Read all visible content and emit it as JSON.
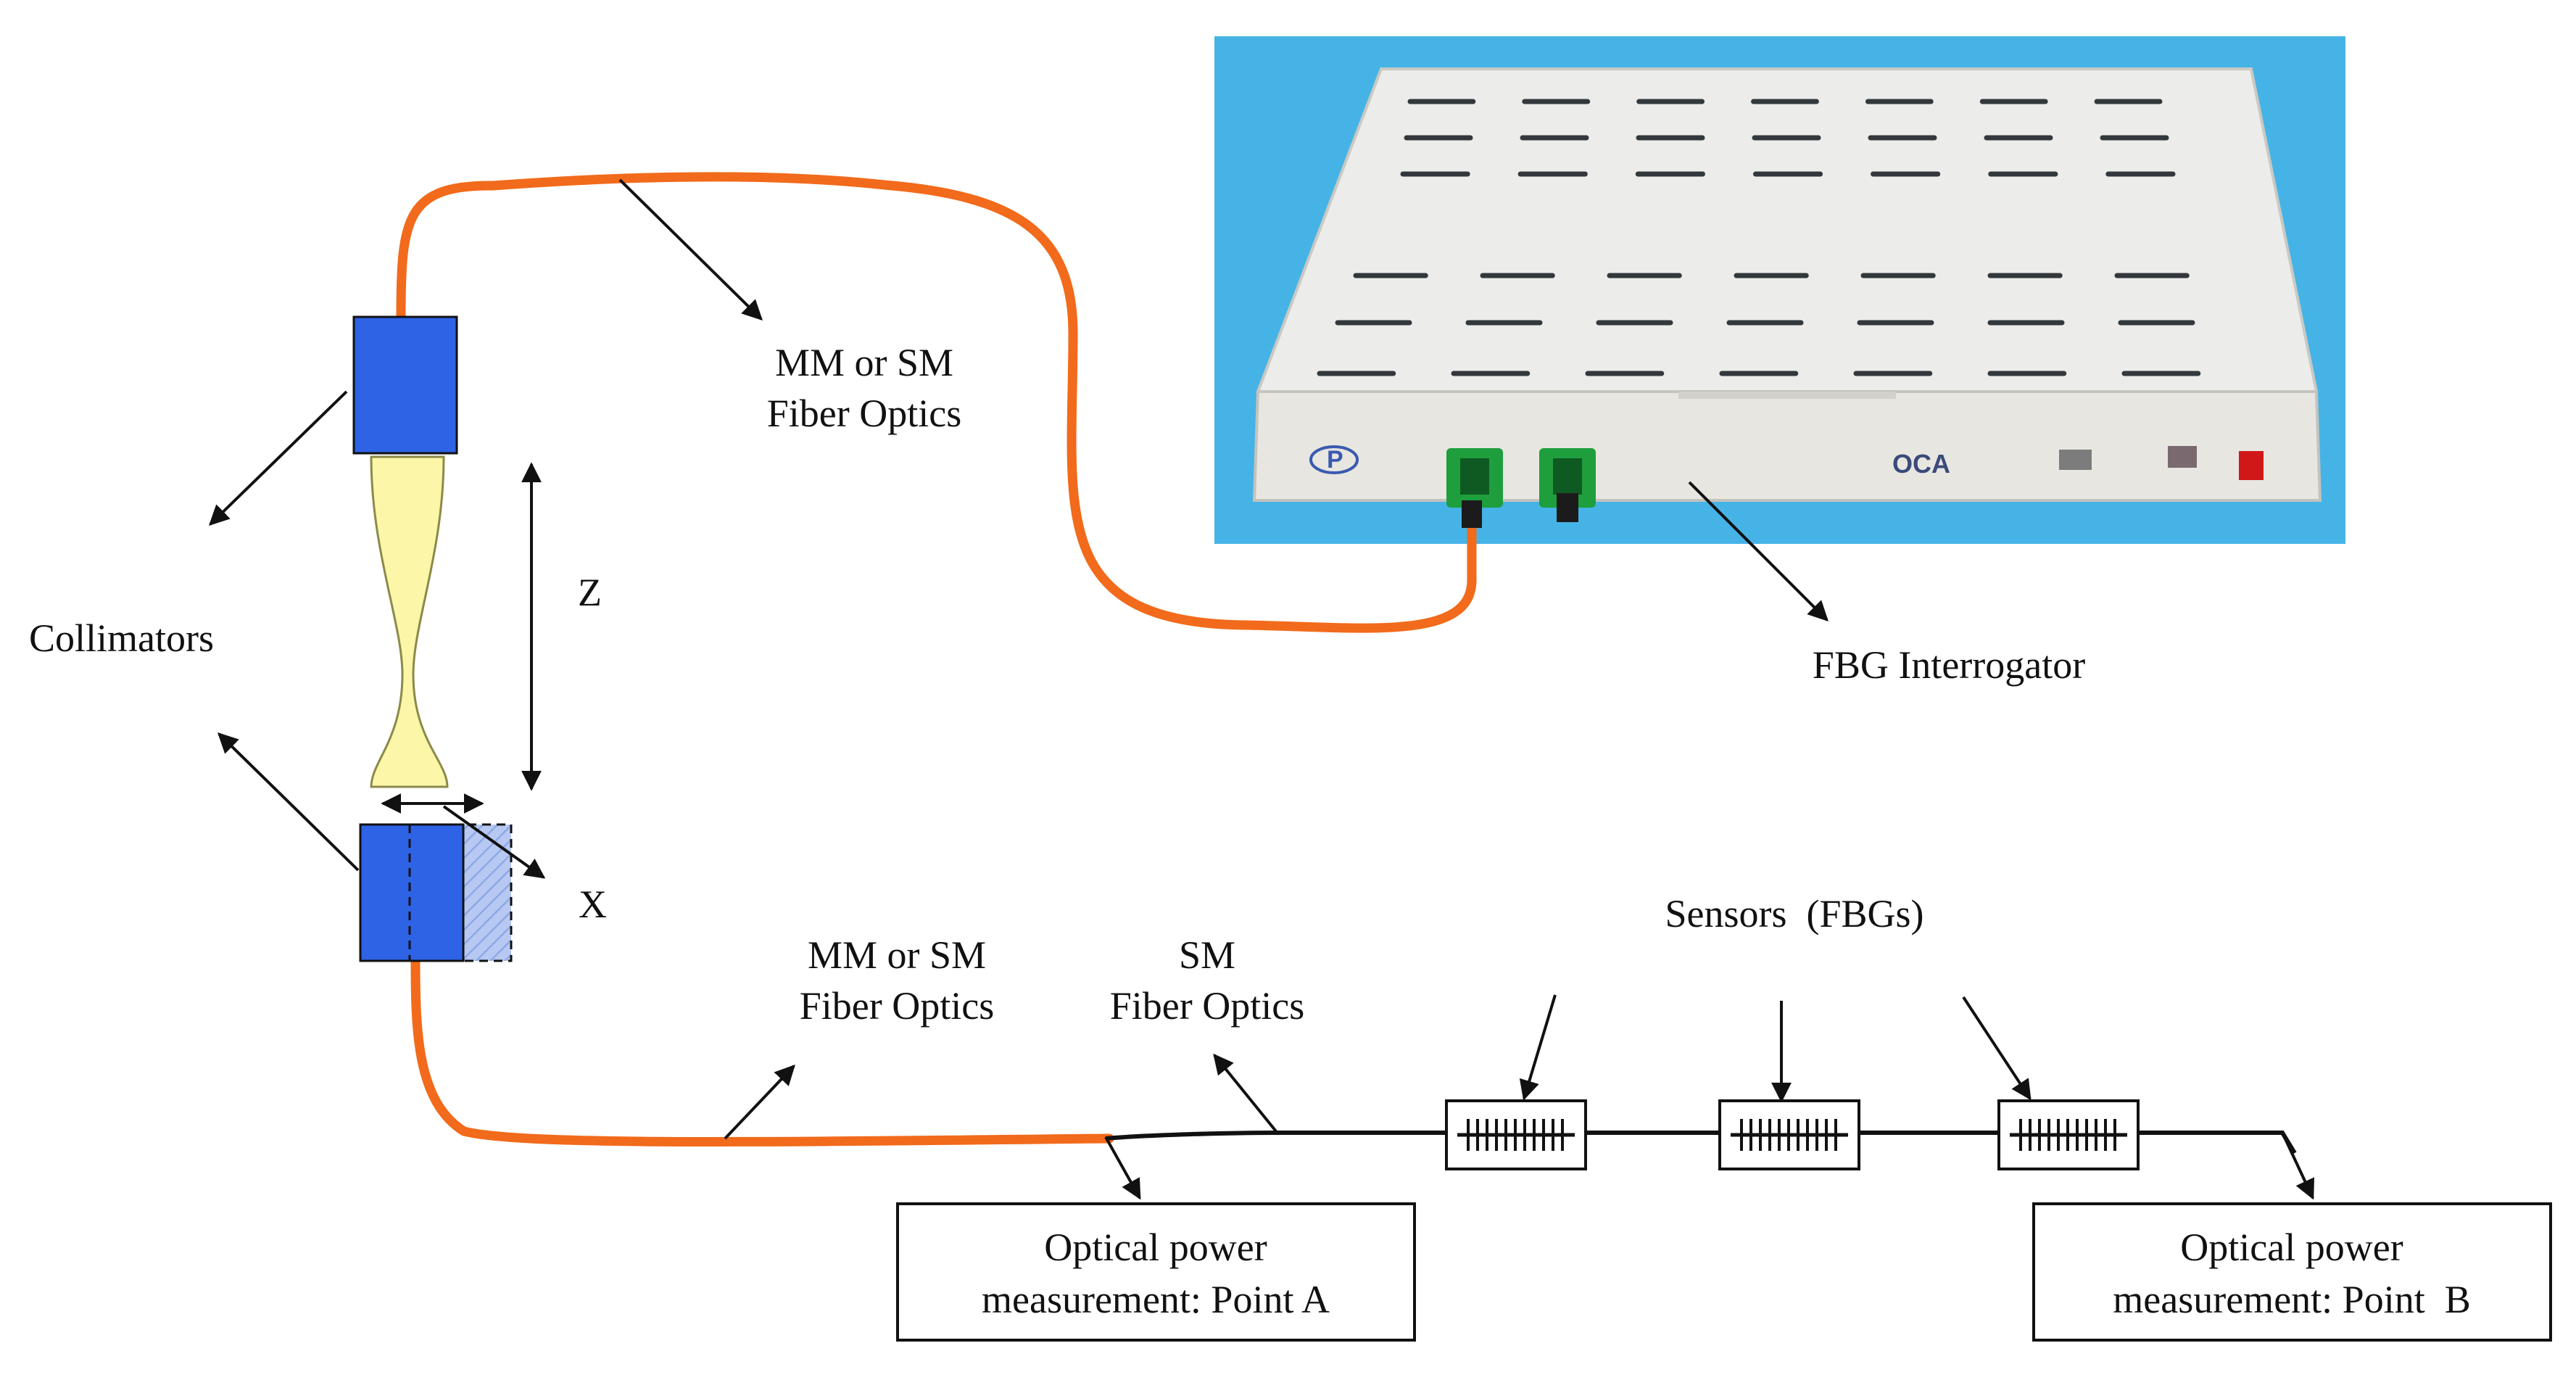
{
  "labels": {
    "fiber_top_line1": "MM or SM",
    "fiber_top_line2": "Fiber Optics",
    "collimators": "Collimators",
    "axis_z": "Z",
    "axis_x": "X",
    "interrogator": "FBG Interrogator",
    "sensors": "Sensors  (FBGs)",
    "fiber_bottom_mm_line1": "MM or SM",
    "fiber_bottom_mm_line2": "Fiber Optics",
    "fiber_bottom_sm_line1": "SM",
    "fiber_bottom_sm_line2": "Fiber Optics",
    "point_a_line1": "Optical power",
    "point_a_line2": "measurement: Point A",
    "point_b_line1": "Optical power",
    "point_b_line2": "measurement: Point  B"
  },
  "device": {
    "panel_mark": "OCA",
    "logo_mark": "P"
  },
  "colors": {
    "fiber": "#f26a1b",
    "collimator": "#2e63e6",
    "collimator_shifted": "#a9bff0",
    "beam": "#fbf6a8",
    "device_bg": "#46b3e6",
    "device_body": "#ecebe6",
    "connector": "#1f9e3e"
  }
}
